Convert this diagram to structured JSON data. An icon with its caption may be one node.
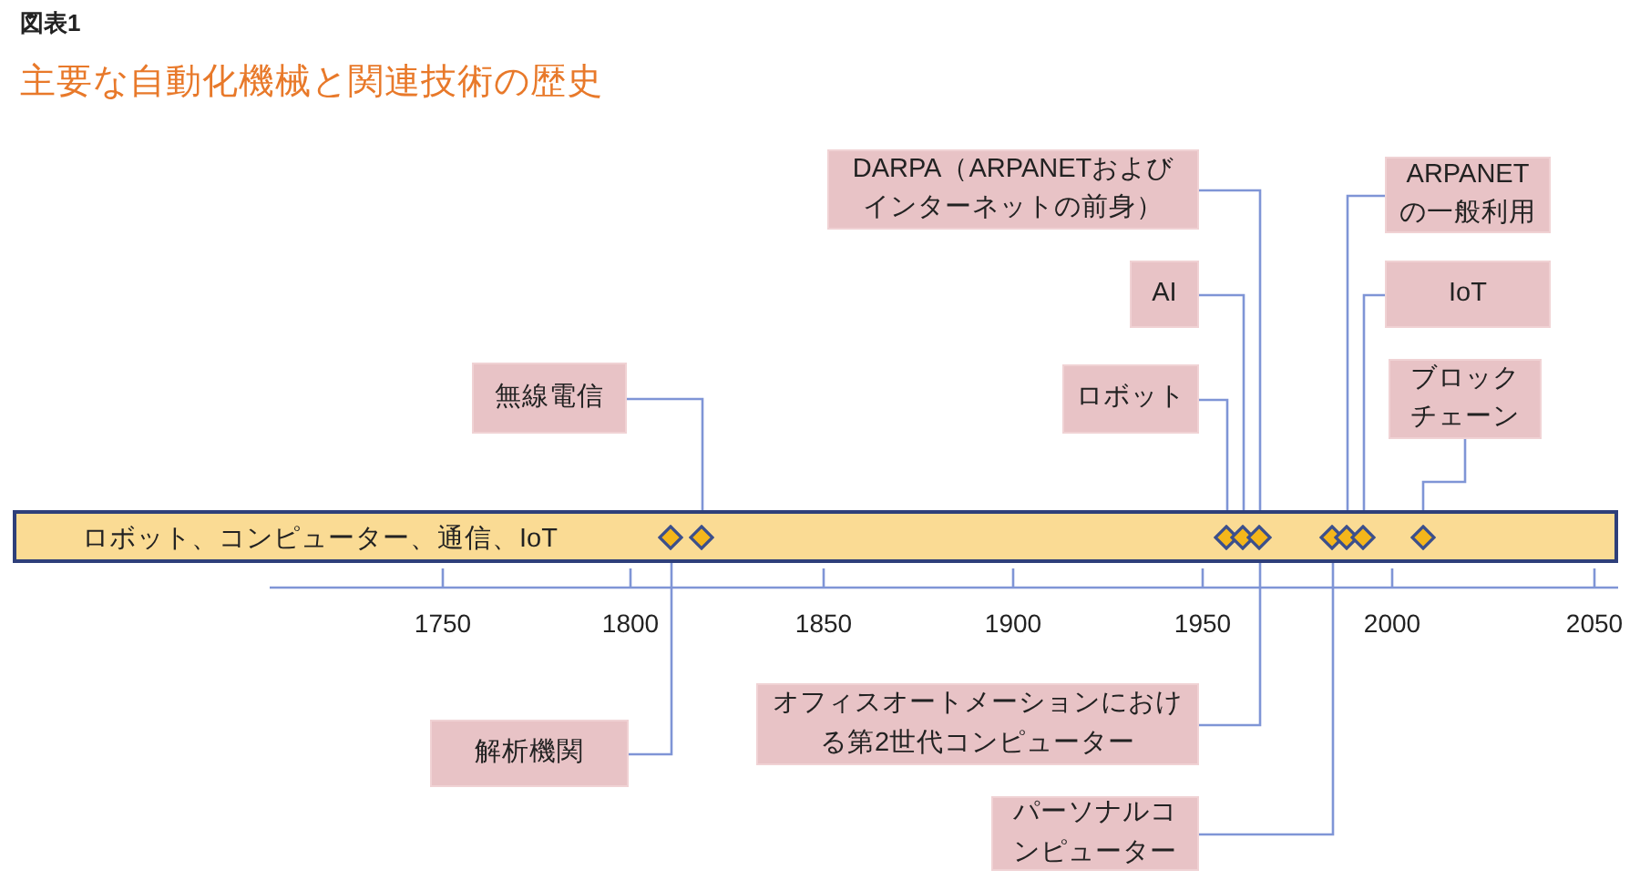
{
  "diagram": {
    "title": "主要な自動化機械と関連技術の歴史",
    "nodes": [
      {
        "text": [
          "ロボット、コンピューター、通信、IoT"
        ]
      },
      {
        "text": [],
        "shape": "diamond",
        "in": 0
      },
      {
        "text": [],
        "shape": "diamond",
        "in": 0
      },
      {
        "text": [],
        "shape": "diamond",
        "in": 0
      },
      {
        "text": [],
        "shape": "diamond",
        "in": 0
      },
      {
        "text": [],
        "shape": "diamond",
        "in": 0
      },
      {
        "text": [],
        "shape": "diamond",
        "in": 0
      },
      {
        "text": [],
        "shape": "diamond",
        "in": 0
      },
      {
        "text": [],
        "shape": "diamond",
        "in": 0
      },
      {
        "text": [],
        "shape": "diamond",
        "in": 0
      },
      {
        "text": [
          "無線電信"
        ]
      },
      {
        "text": [
          "解析機関"
        ]
      },
      {
        "text": [
          "ロボット"
        ]
      },
      {
        "text": [
          "AI"
        ]
      },
      {
        "text": [
          "DARPA（ARPANETおよびインターネットの前身）"
        ]
      },
      {
        "text": [
          "オフィスオートメーションにおける第2世代コンピューター"
        ]
      },
      {
        "text": [
          "パーソナルコンピューター"
        ]
      },
      {
        "text": [
          "ARPANETの一般利用"
        ]
      },
      {
        "text": [
          "IoT"
        ]
      },
      {
        "text": [
          "ブロックチェーン"
        ]
      }
    ],
    "edges": [
      {
        "from": 10,
        "to": 2,
        "arrow": "none"
      },
      {
        "from": 11,
        "to": 1,
        "arrow": "none"
      },
      {
        "from": 12,
        "to": 3,
        "arrow": "none"
      },
      {
        "from": 13,
        "to": 4,
        "arrow": "none"
      },
      {
        "from": 14,
        "to": 5,
        "arrow": "none"
      },
      {
        "from": 15,
        "to": 5,
        "arrow": "none"
      },
      {
        "from": 16,
        "to": 6,
        "arrow": "none"
      },
      {
        "from": 17,
        "to": 7,
        "arrow": "none"
      },
      {
        "from": 18,
        "to": 8,
        "arrow": "none"
      },
      {
        "from": 19,
        "to": 9,
        "arrow": "none"
      }
    ],
    "labels": [
      "図表1",
      "1750",
      "1800",
      "1850",
      "1900",
      "1950",
      "2000",
      "2050"
    ]
  }
}
